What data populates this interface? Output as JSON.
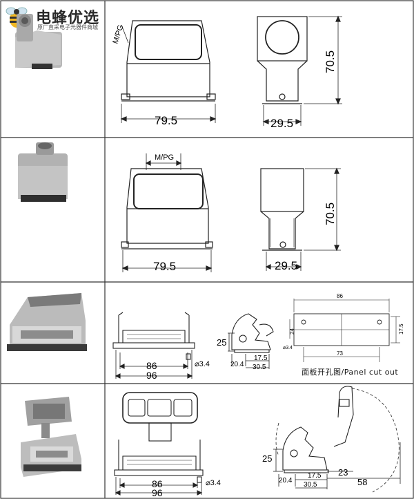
{
  "brand": {
    "name": "电蜂优选",
    "tagline": "原厂直采电子元器件商城",
    "accent": "#f2b822"
  },
  "rows": [
    {
      "id": "row-1",
      "labels": {
        "mpg": "M/PG",
        "width": "79.5",
        "depth": "29.5",
        "height": "70.5"
      }
    },
    {
      "id": "row-2",
      "labels": {
        "mpg": "M/PG",
        "width": "79.5",
        "depth": "29.5",
        "height": "70.5"
      }
    },
    {
      "id": "row-3",
      "labels": {
        "front_inner": "86",
        "front_outer": "96",
        "hole": "⌀3.4",
        "side_height": "25",
        "side_a": "20.4",
        "side_b": "17.5",
        "side_c": "30.5",
        "panel_width": "86",
        "panel_inner": "73",
        "panel_height": "17.5",
        "panel_small": "24",
        "panel_hole": "⌀3.4",
        "caption": "面板开孔图/Panel cut out"
      }
    },
    {
      "id": "row-4",
      "labels": {
        "front_inner": "86",
        "front_outer": "96",
        "hole": "⌀3.4",
        "side_height": "25",
        "side_a": "20.4",
        "side_b": "17.5",
        "side_c": "30.5",
        "side_d": "23",
        "side_e": "58"
      }
    }
  ],
  "colors": {
    "line": "#222222",
    "grid": "#333333",
    "photo_gray": "#9a9a9a"
  }
}
